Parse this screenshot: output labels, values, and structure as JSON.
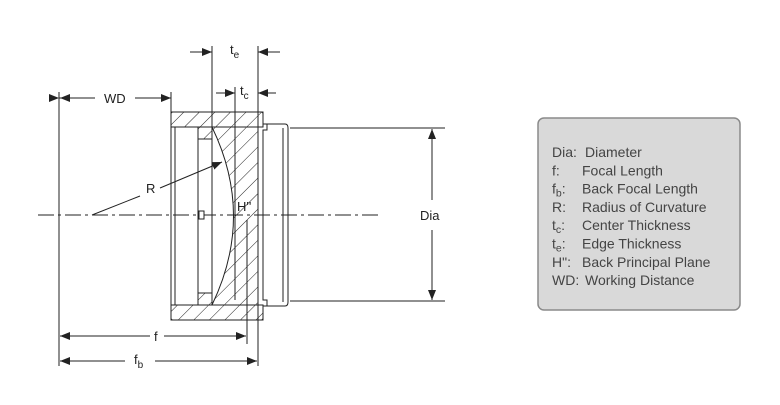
{
  "diagram": {
    "labels": {
      "wd": "WD",
      "te_main": "t",
      "te_sub": "e",
      "tc_main": "t",
      "tc_sub": "c",
      "r": "R",
      "h": "H''",
      "dia": "Dia",
      "f": "f",
      "fb_main": "f",
      "fb_sub": "b"
    }
  },
  "legend": {
    "items": [
      {
        "key": "Dia:",
        "key_sub": "",
        "value": "Diameter"
      },
      {
        "key": "f:",
        "key_sub": "",
        "value": "Focal Length"
      },
      {
        "key": "f",
        "key_sub": "b",
        "key_suffix": ":",
        "value": "Back Focal Length"
      },
      {
        "key": "R:",
        "key_sub": "",
        "value": "Radius of Curvature"
      },
      {
        "key": "t",
        "key_sub": "c",
        "key_suffix": ":",
        "value": "Center Thickness"
      },
      {
        "key": "t",
        "key_sub": "e",
        "key_suffix": ":",
        "value": "Edge Thickness"
      },
      {
        "key": "H\":",
        "key_sub": "",
        "value": "Back Principal Plane"
      },
      {
        "key": "WD:",
        "key_sub": "",
        "value": "Working Distance"
      }
    ]
  },
  "colors": {
    "line": "#222222",
    "legend_bg": "#d9d9d9",
    "legend_border": "#8a8a8a"
  }
}
